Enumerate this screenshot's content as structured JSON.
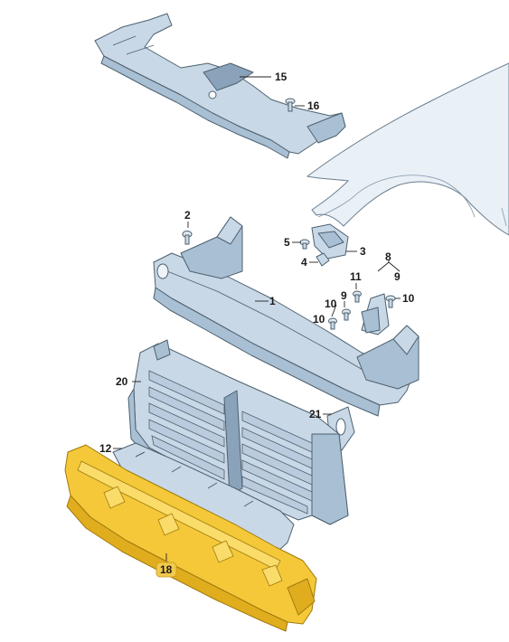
{
  "callouts": {
    "p1": "1",
    "p2": "2",
    "p3": "3",
    "p4": "4",
    "p5": "5",
    "p8": "8",
    "p9a": "9",
    "p9b": "9",
    "p10a": "10",
    "p10b": "10",
    "p10c": "10",
    "p11": "11",
    "p12": "12",
    "p15": "15",
    "p16": "16",
    "p18": "18",
    "p20": "20",
    "p21": "21"
  },
  "colors": {
    "part": "#c9d8e6",
    "highlight": "#f4c838",
    "callout_highlight": "#f2c94c"
  }
}
